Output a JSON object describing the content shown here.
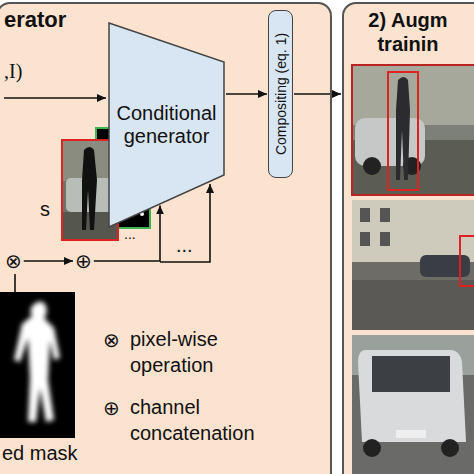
{
  "diagram": {
    "nodes": [
      {
        "text": [
          "erator"
        ]
      },
      {
        "text": [
          "2) Augm trainin"
        ]
      },
      {
        "text": [
          "Conditional generator"
        ],
        "in": 0
      },
      {
        "text": [
          "Compositing (eq. 1)"
        ],
        "in": 0
      },
      {
        "text": [
          "⊗"
        ],
        "in": 0
      },
      {
        "text": [
          "⊕"
        ],
        "in": 0
      }
    ],
    "edges": [
      {
        "from": 4,
        "to": 5,
        "arrow": "to"
      },
      {
        "from": 5,
        "to": 2,
        "arrow": "to"
      },
      {
        "from": 2,
        "to": 3,
        "arrow": "to"
      },
      {
        "from": 3,
        "to": 1,
        "arrow": "to"
      }
    ],
    "labels": [
      ",I)",
      "s",
      "...",
      "...",
      "ed mask",
      "⊗",
      "⊕"
    ],
    "legend": [
      {
        "text": "pixel-wise operation"
      },
      {
        "text": "channel concatenation"
      }
    ]
  }
}
